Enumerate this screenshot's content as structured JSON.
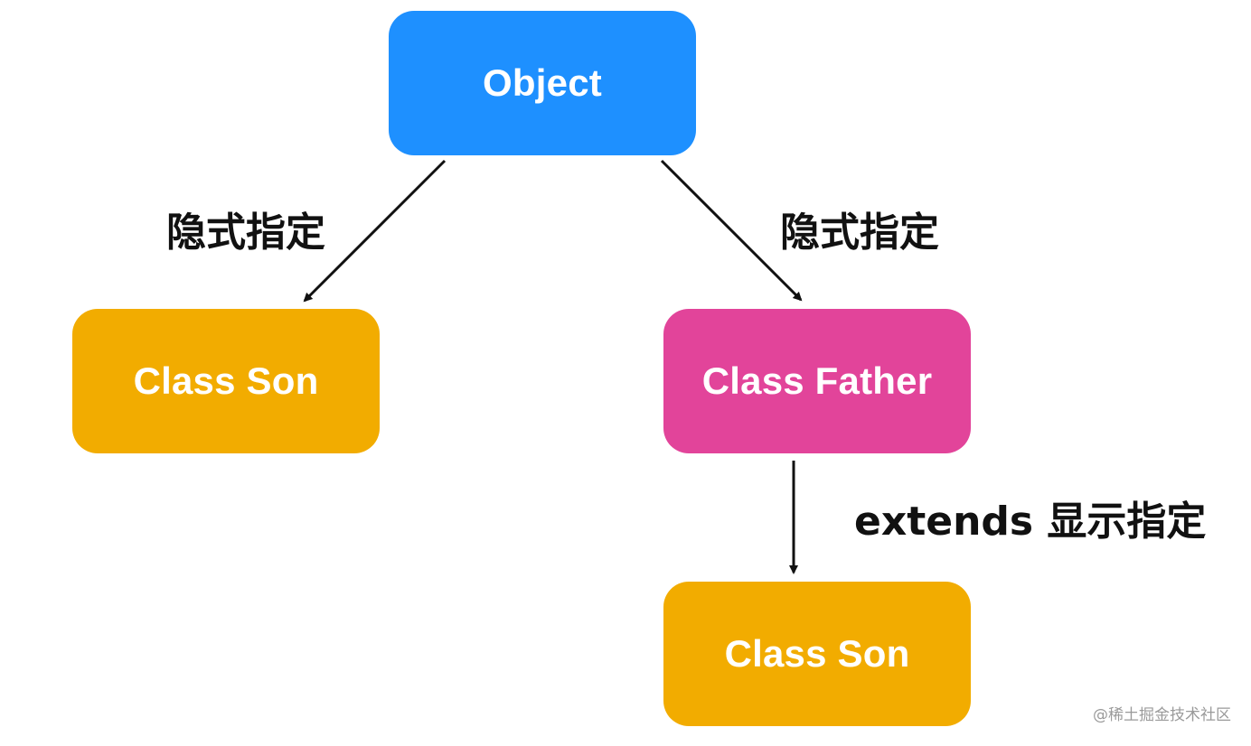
{
  "nodes": {
    "object": {
      "label": "Object",
      "color": "#1E90FF"
    },
    "son_left": {
      "label": "Class Son",
      "color": "#F2AC00"
    },
    "father": {
      "label": "Class Father",
      "color": "#E2449A"
    },
    "son_bottom": {
      "label": "Class Son",
      "color": "#F2AC00"
    }
  },
  "edges": [
    {
      "from": "Object",
      "to": "Class Son",
      "label": "隐式指定"
    },
    {
      "from": "Object",
      "to": "Class Father",
      "label": "隐式指定"
    },
    {
      "from": "Class Father",
      "to": "Class Son",
      "label": "extends 显示指定"
    }
  ],
  "watermark": "@稀土掘金技术社区"
}
